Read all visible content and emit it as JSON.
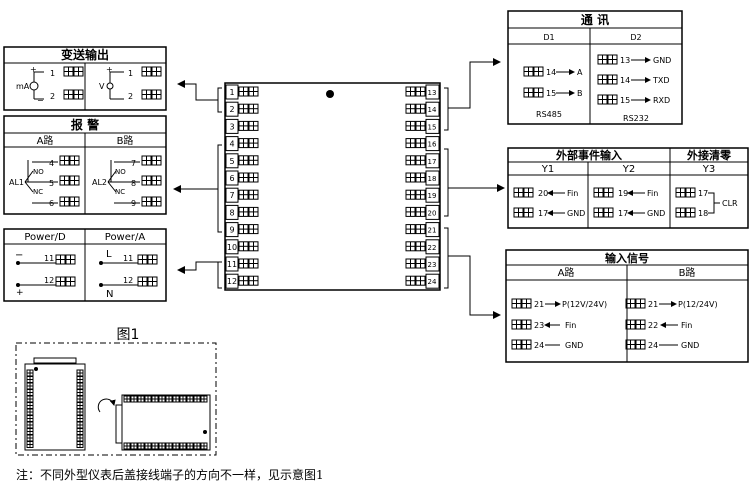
{
  "transmit": {
    "title": "变送输出",
    "ma": "mA",
    "v": "V",
    "t1": "1",
    "t2": "2"
  },
  "alarm": {
    "title": "报    警",
    "path_a": "A路",
    "path_b": "B路",
    "al1": "AL1",
    "al2": "AL2",
    "no": "NO",
    "nc": "NC",
    "a_terms": [
      "4",
      "5",
      "6"
    ],
    "b_terms": [
      "7",
      "8",
      "9"
    ]
  },
  "power": {
    "d_title": "Power/D",
    "a_title": "Power/A",
    "minus": "−",
    "plus": "+",
    "l": "L",
    "n": "N",
    "t11": "11",
    "t12": "12"
  },
  "comm": {
    "title": "通    讯",
    "d1": "D1",
    "d2": "D2",
    "t14": "14",
    "t15": "15",
    "t13": "13",
    "a": "A",
    "b": "B",
    "gnd": "GND",
    "txd": "TXD",
    "rxd": "RXD",
    "rs485": "RS485",
    "rs232": "RS232"
  },
  "event": {
    "title": "外部事件输入",
    "clear_title": "外接清零",
    "y1": "Y1",
    "y2": "Y2",
    "y3": "Y3",
    "t20": "20",
    "t17": "17",
    "t19": "19",
    "t18": "18",
    "fin": "Fin",
    "gnd": "GND",
    "clr": "CLR"
  },
  "input": {
    "title": "输入信号",
    "path_a": "A路",
    "path_b": "B路",
    "p": "P(12V/24V)",
    "p_b": "P(12/24V)",
    "fin": "Fin",
    "gnd": "GND",
    "t21": "21",
    "t22": "22",
    "t23": "23",
    "t24": "24"
  },
  "device": {
    "left_terms": [
      "1",
      "2",
      "3",
      "4",
      "5",
      "6",
      "7",
      "8",
      "9",
      "10",
      "11",
      "12"
    ],
    "right_terms": [
      "13",
      "14",
      "15",
      "16",
      "17",
      "18",
      "19",
      "20",
      "21",
      "22",
      "23",
      "24"
    ]
  },
  "figure": {
    "title": "图1"
  },
  "note": "注：不同外型仪表后盖接线端子的方向不一样，见示意图1"
}
